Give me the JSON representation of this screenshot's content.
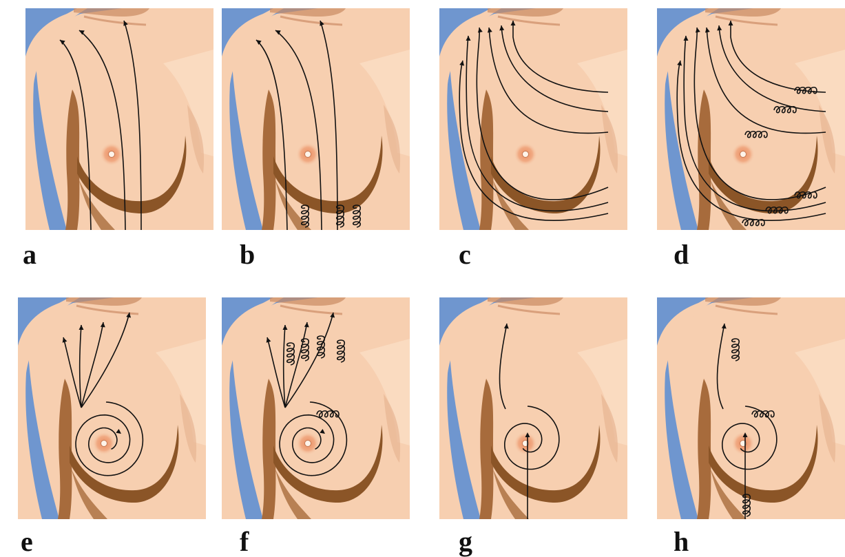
{
  "figure": {
    "panels": [
      {
        "id": "a",
        "label": "a"
      },
      {
        "id": "b",
        "label": "b"
      },
      {
        "id": "c",
        "label": "c"
      },
      {
        "id": "d",
        "label": "d"
      },
      {
        "id": "e",
        "label": "e"
      },
      {
        "id": "f",
        "label": "f"
      },
      {
        "id": "g",
        "label": "g"
      },
      {
        "id": "h",
        "label": "h"
      }
    ]
  },
  "colors": {
    "background_shoulder": "#6f96cf",
    "skin": "#f7cfb0",
    "skin_highlight": "#fbe0c8",
    "shadow": "#a76b3c",
    "shadow_dark": "#8b5527",
    "areola": "#f0a67e",
    "nipple": "#fff4ea",
    "stroke": "#111111"
  }
}
